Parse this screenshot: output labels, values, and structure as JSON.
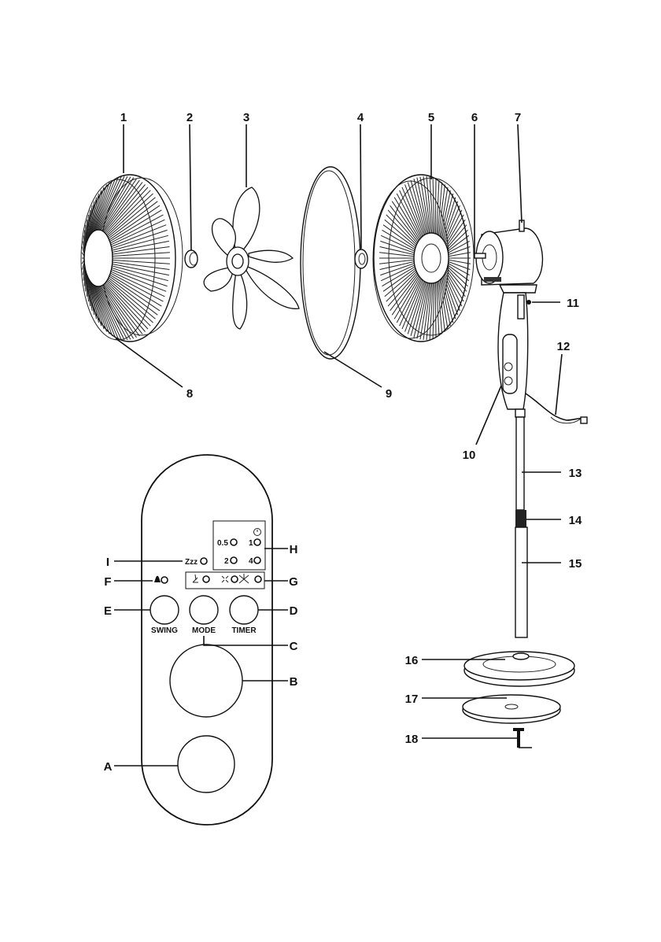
{
  "part_labels": [
    "1",
    "2",
    "3",
    "4",
    "5",
    "6",
    "7",
    "8",
    "9",
    "10",
    "11",
    "12",
    "13",
    "14",
    "15",
    "16",
    "17",
    "18"
  ],
  "remote_labels": [
    "A",
    "B",
    "C",
    "D",
    "E",
    "F",
    "G",
    "H",
    "I"
  ],
  "remote": {
    "buttons": {
      "swing": "SWING",
      "mode": "MODE",
      "timer": "TIMER"
    },
    "timer_values": [
      "0.5",
      "1",
      "2",
      "4"
    ],
    "sleep_symbol": "Zzz"
  }
}
